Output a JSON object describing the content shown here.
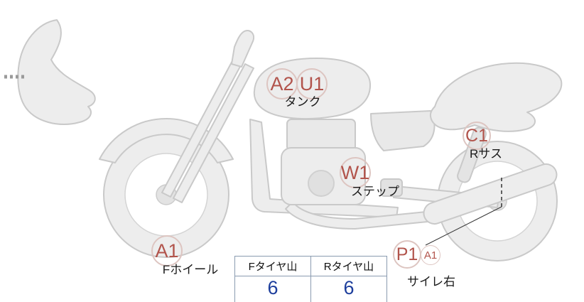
{
  "markers": [
    {
      "part": "tank",
      "codes": [
        "A2",
        "U1"
      ],
      "label": "タンク"
    },
    {
      "part": "rear-suspension",
      "codes": [
        "C1"
      ],
      "label": "Rサス"
    },
    {
      "part": "step",
      "codes": [
        "W1"
      ],
      "label": "ステップ"
    },
    {
      "part": "front-wheel",
      "codes": [
        "A1"
      ],
      "label": "Fホイール"
    },
    {
      "part": "silencer-right",
      "codes": [
        "P1",
        "A1"
      ],
      "label": "サイレ右"
    }
  ],
  "tire_table": {
    "headers": [
      "Fタイヤ山",
      "Rタイヤ山"
    ],
    "values": [
      "6",
      "6"
    ]
  },
  "colors": {
    "code_text": "#b2544c",
    "code_circle": "#ddc5c1",
    "tire_value": "#1d3e9c",
    "table_border": "#8a9bb0",
    "silhouette_fill": "#ededed",
    "silhouette_outline": "#c9c9c9"
  }
}
